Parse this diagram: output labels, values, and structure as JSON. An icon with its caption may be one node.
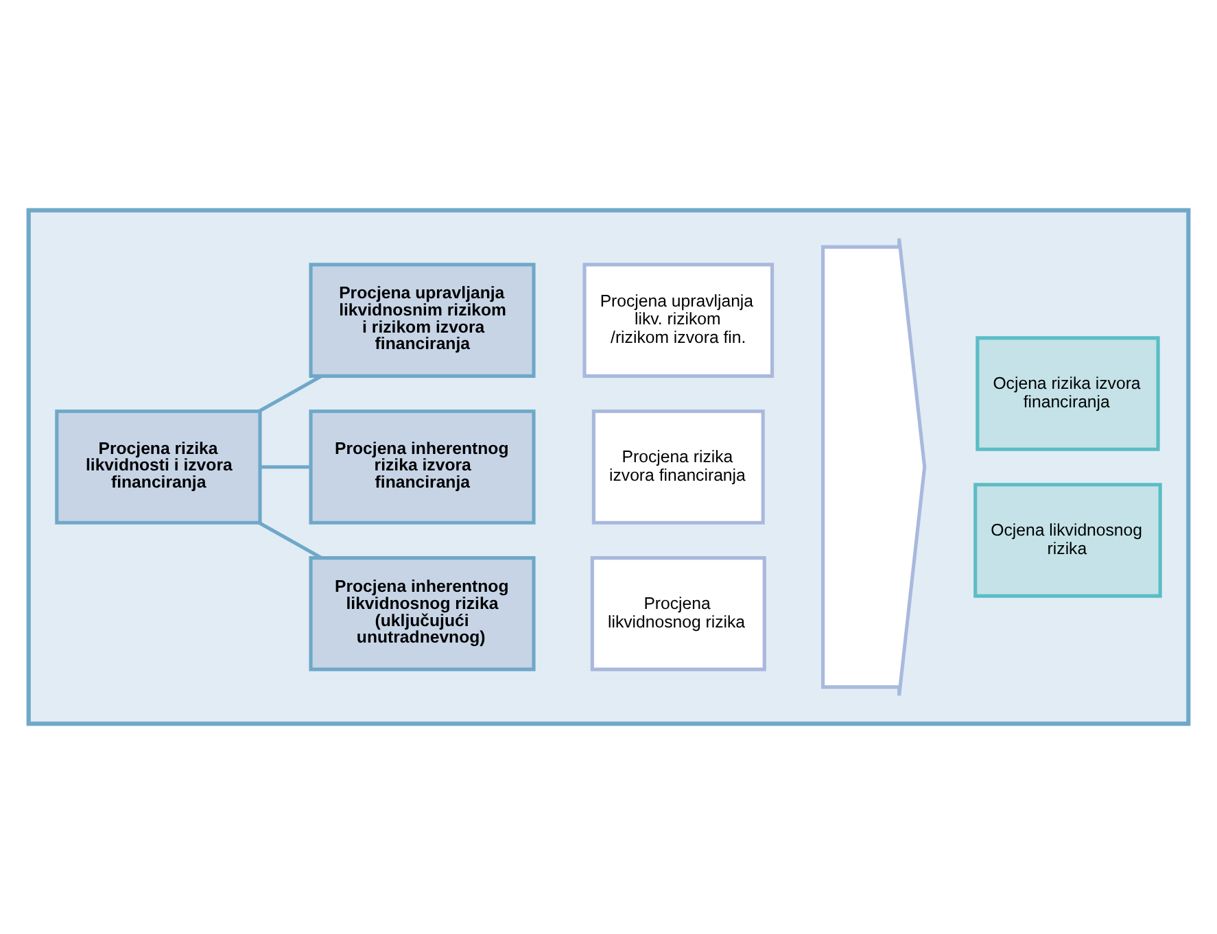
{
  "diagram": {
    "nodes": [
      {
        "text": [],
        "shape": "box"
      },
      {
        "text": [
          "Procjena rizika likvidnosti i izvora financiranja"
        ],
        "in": 0
      },
      {
        "text": [
          "Procjena inherentnog likvidnosnog rizika (uključujući unutradnevnog)"
        ],
        "in": 0
      },
      {
        "text": [
          "Procjena inherentnog rizika izvora financiranja"
        ],
        "in": 0
      },
      {
        "text": [
          "Procjena upravljanja likvidnosnim rizikom i rizikom izvora financiranja"
        ],
        "in": 0
      },
      {
        "text": [
          "Procjena likvidnosnog rizika"
        ],
        "in": 0
      },
      {
        "text": [
          "Procjena rizika izvora financiranja"
        ],
        "in": 0
      },
      {
        "text": [
          "Procjena upravljanja likv. rizikom /rizikom izvora fin."
        ],
        "in": 0
      },
      {
        "text": [],
        "shape": "arrow",
        "in": 0
      },
      {
        "text": [
          "Ocjena likvidnosnog rizika"
        ],
        "in": 0
      },
      {
        "text": [
          "Ocjena rizika izvora financiranja"
        ],
        "in": 0
      }
    ],
    "edges": [
      {
        "from": 1,
        "to": 2,
        "arrow": "none"
      },
      {
        "from": 1,
        "to": 3,
        "arrow": "none"
      },
      {
        "from": 1,
        "to": 4,
        "arrow": "none"
      }
    ]
  }
}
